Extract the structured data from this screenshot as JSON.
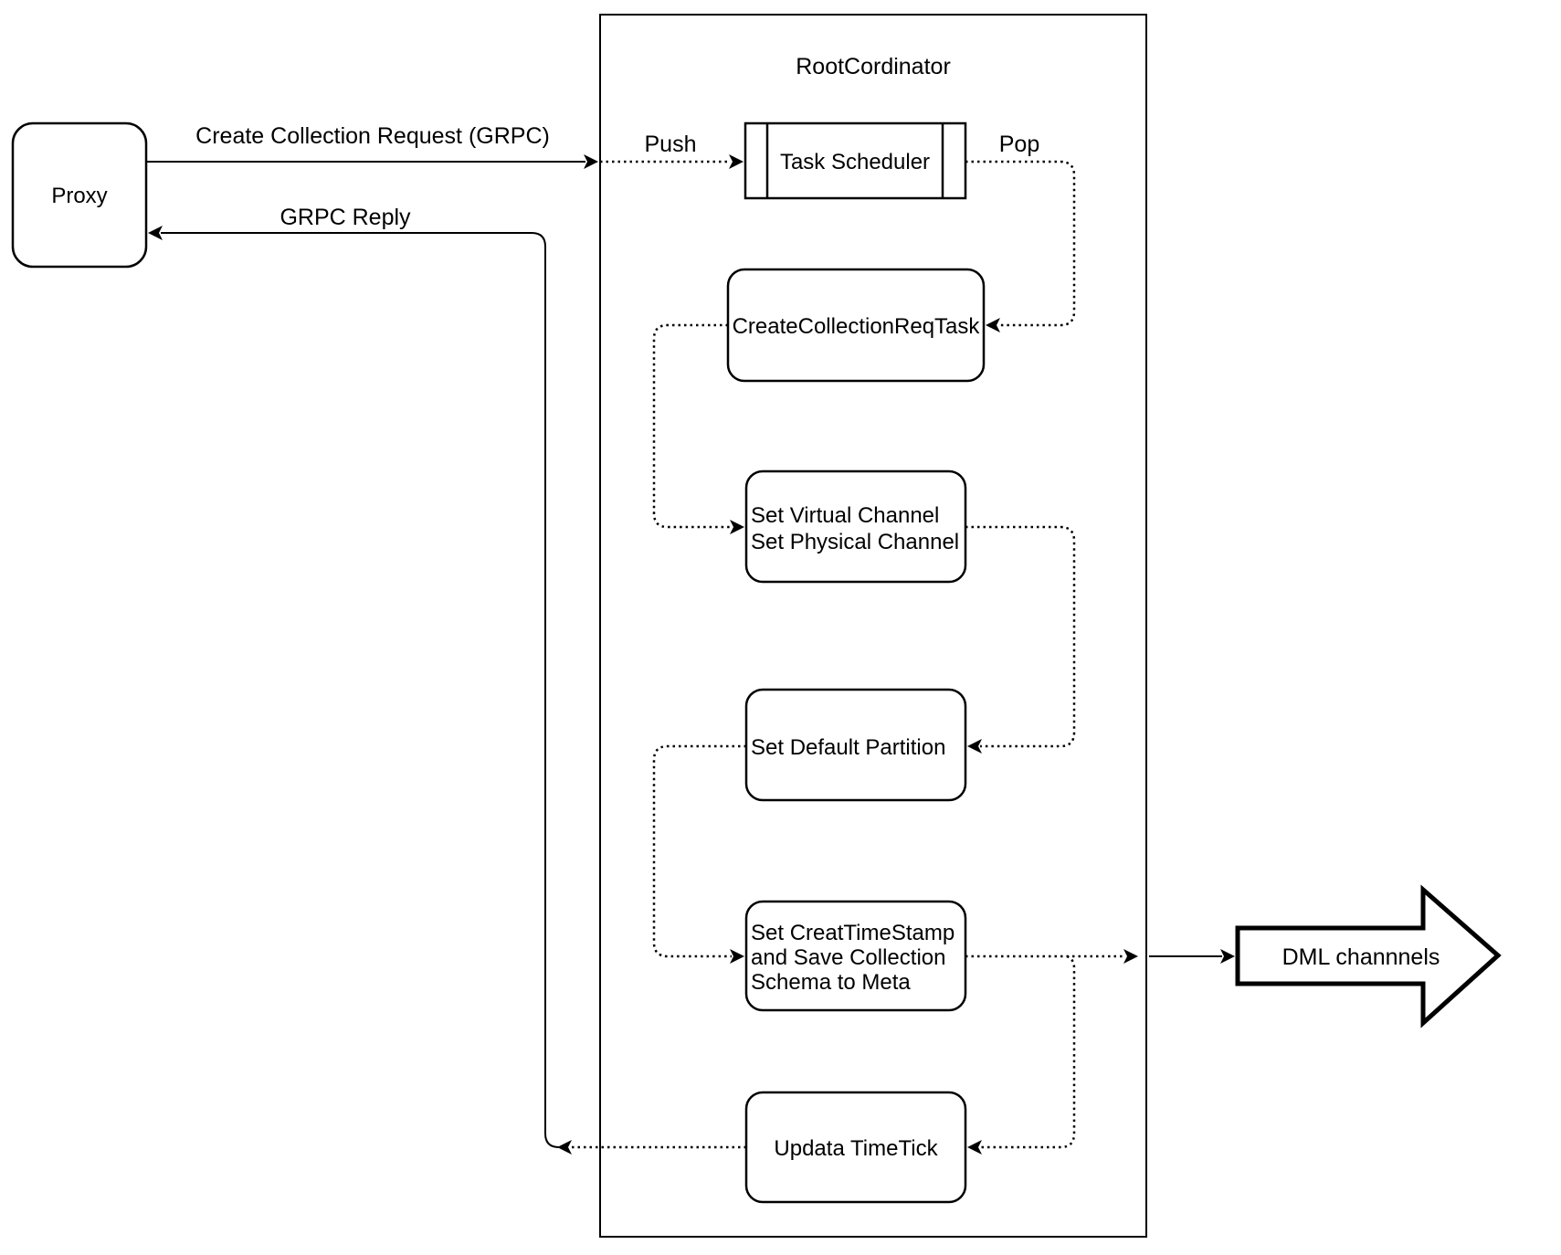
{
  "diagram": {
    "proxy": {
      "label": "Proxy"
    },
    "root_coordinator": {
      "title": "RootCordinator"
    },
    "nodes": {
      "task_scheduler": {
        "label": "Task Scheduler"
      },
      "create_collection_req_task": {
        "label": "CreateCollectionReqTask"
      },
      "set_channel": {
        "line1": "Set Virtual Channel",
        "line2": "Set Physical Channel"
      },
      "set_default_partition": {
        "label": "Set Default Partition"
      },
      "set_creat_timestamp": {
        "line1": "Set CreatTimeStamp",
        "line2": "and Save Collection",
        "line3": "Schema to Meta"
      },
      "updata_timetick": {
        "label": "Updata TimeTick"
      }
    },
    "edges": {
      "create_collection_request": {
        "label": "Create Collection Request (GRPC)"
      },
      "grpc_reply": {
        "label": "GRPC Reply"
      },
      "push": {
        "label": "Push"
      },
      "pop": {
        "label": "Pop"
      }
    },
    "dml_channels": {
      "label": "DML channnels"
    },
    "colors": {
      "stroke": "#000000",
      "fill": "#ffffff",
      "background": "#ffffff"
    }
  }
}
